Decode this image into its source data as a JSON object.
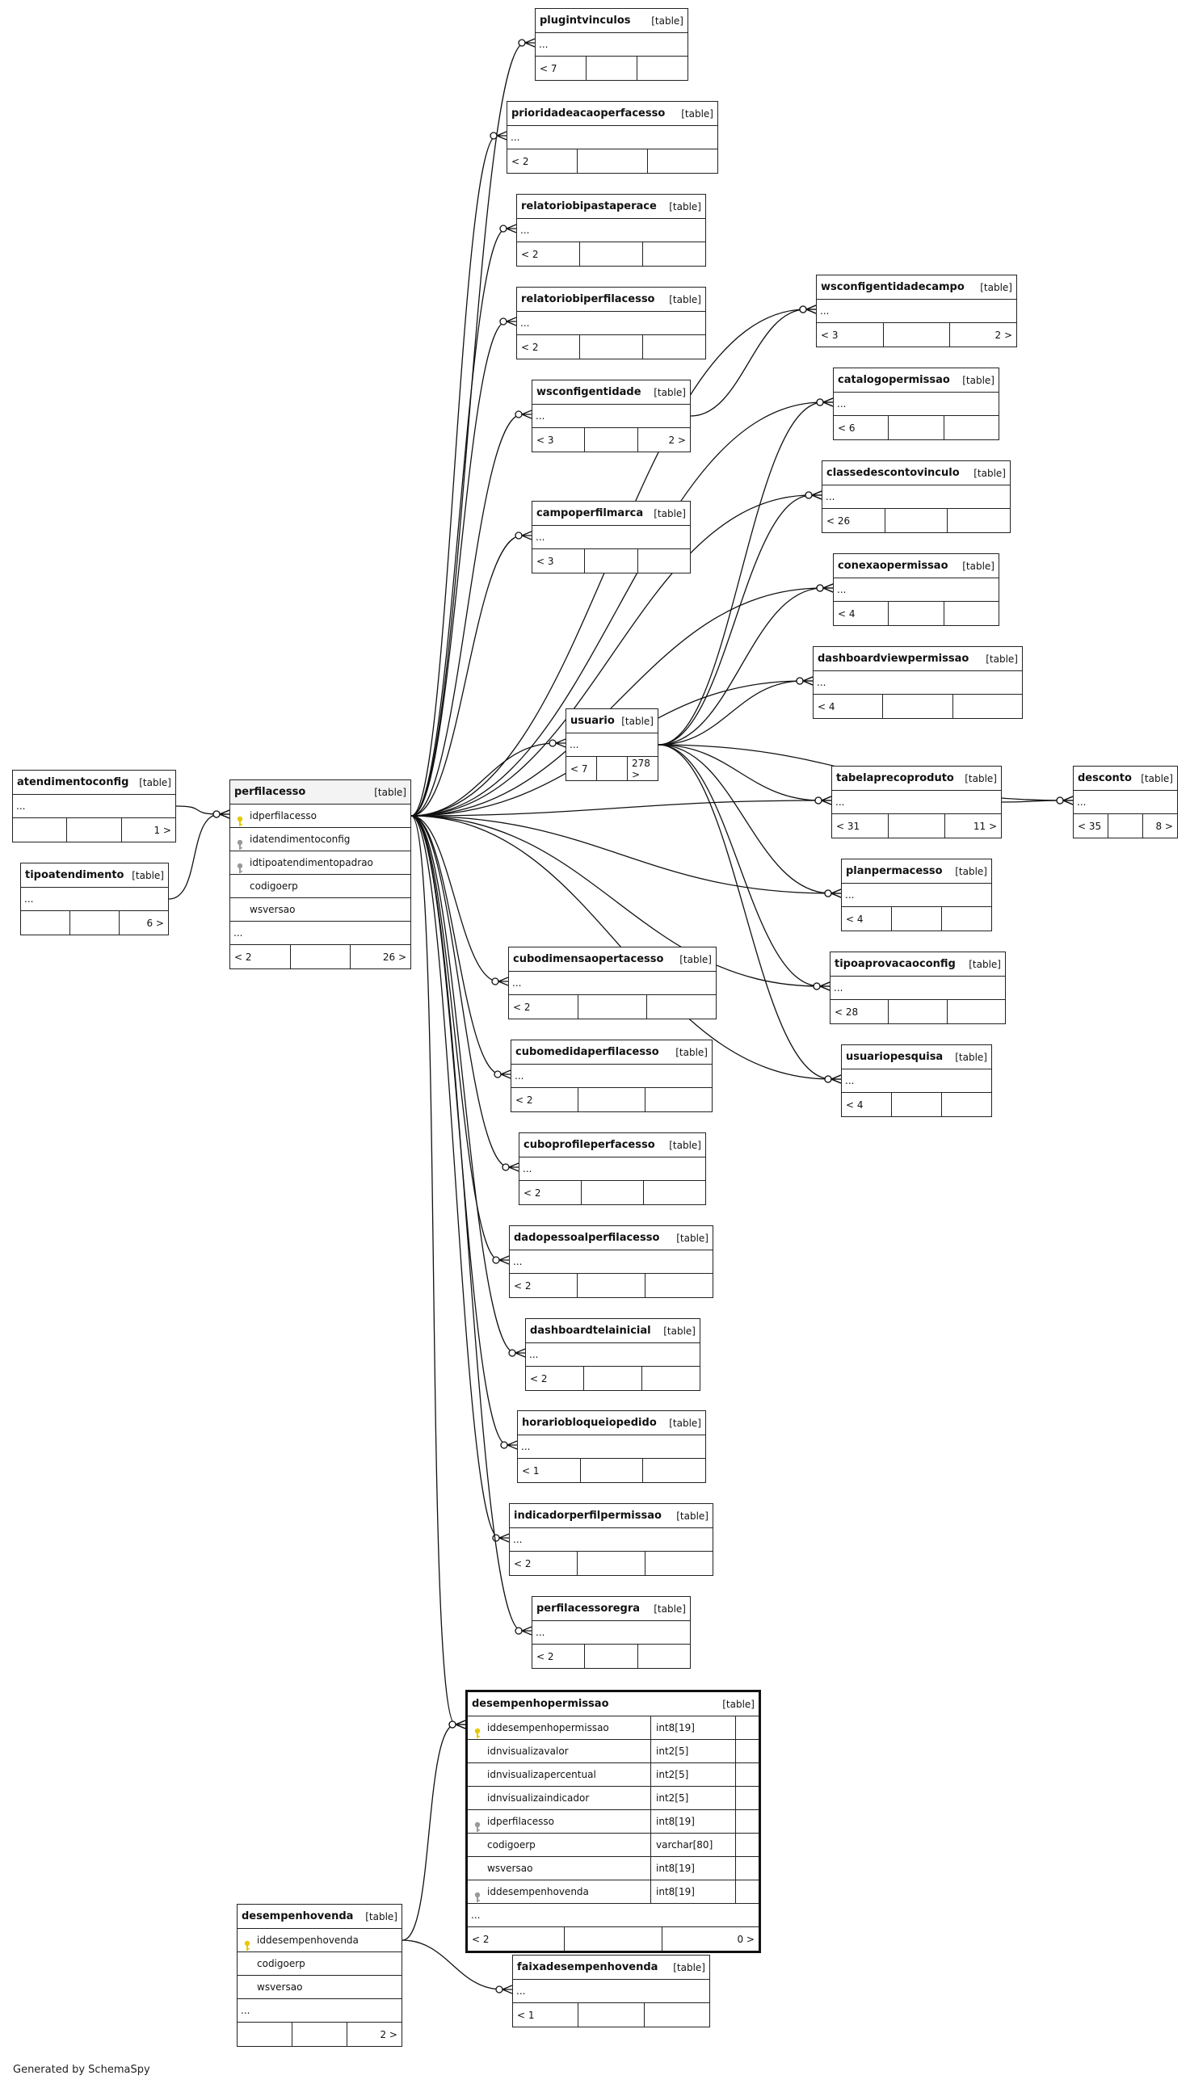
{
  "colors": {
    "line": "#111111",
    "primary_key": "#e6c800",
    "foreign_key": "#999999"
  },
  "credit": "Generated by SchemaSpy",
  "tables": [
    {
      "id": "plugin",
      "name": "plugintvinculos",
      "type": "[table]",
      "rows": [],
      "foot": [
        "< 7",
        "",
        ""
      ]
    },
    {
      "id": "priori",
      "name": "prioridadeacaoperfacesso",
      "type": "[table]",
      "rows": [],
      "foot": [
        "< 2",
        "",
        ""
      ]
    },
    {
      "id": "relbip",
      "name": "relatoriobipastaperace",
      "type": "[table]",
      "rows": [],
      "foot": [
        "< 2",
        "",
        ""
      ]
    },
    {
      "id": "relbipf",
      "name": "relatoriobiperfilacesso",
      "type": "[table]",
      "rows": [],
      "foot": [
        "< 2",
        "",
        ""
      ]
    },
    {
      "id": "wscent",
      "name": "wsconfigentidade",
      "type": "[table]",
      "rows": [],
      "foot": [
        "< 3",
        "",
        "2 >"
      ]
    },
    {
      "id": "wsccampo",
      "name": "wsconfigentidadecampo",
      "type": "[table]",
      "rows": [],
      "foot": [
        "< 3",
        "",
        "2 >"
      ]
    },
    {
      "id": "catalogo",
      "name": "catalogopermissao",
      "type": "[table]",
      "rows": [],
      "foot": [
        "< 6",
        "",
        ""
      ]
    },
    {
      "id": "classe",
      "name": "classedescontovinculo",
      "type": "[table]",
      "rows": [],
      "foot": [
        "< 26",
        "",
        ""
      ]
    },
    {
      "id": "conexao",
      "name": "conexaopermissao",
      "type": "[table]",
      "rows": [],
      "foot": [
        "< 4",
        "",
        ""
      ]
    },
    {
      "id": "dashview",
      "name": "dashboardviewpermissao",
      "type": "[table]",
      "rows": [],
      "foot": [
        "< 4",
        "",
        ""
      ]
    },
    {
      "id": "campo",
      "name": "campoperfilmarca",
      "type": "[table]",
      "rows": [],
      "foot": [
        "< 3",
        "",
        ""
      ]
    },
    {
      "id": "usuario",
      "name": "usuario",
      "type": "[table]",
      "rows": [],
      "foot": [
        "< 7",
        "",
        "278 >"
      ]
    },
    {
      "id": "tabela",
      "name": "tabelaprecoproduto",
      "type": "[table]",
      "rows": [],
      "foot": [
        "< 31",
        "",
        "11 >"
      ]
    },
    {
      "id": "desconto",
      "name": "desconto",
      "type": "[table]",
      "rows": [],
      "foot": [
        "< 35",
        "",
        "8 >"
      ]
    },
    {
      "id": "planper",
      "name": "planpermacesso",
      "type": "[table]",
      "rows": [],
      "foot": [
        "< 4",
        "",
        ""
      ]
    },
    {
      "id": "tipoapr",
      "name": "tipoaprovacaoconfig",
      "type": "[table]",
      "rows": [],
      "foot": [
        "< 28",
        "",
        ""
      ]
    },
    {
      "id": "usupesq",
      "name": "usuariopesquisa",
      "type": "[table]",
      "rows": [],
      "foot": [
        "< 4",
        "",
        ""
      ]
    },
    {
      "id": "atend",
      "name": "atendimentoconfig",
      "type": "[table]",
      "rows": [],
      "foot": [
        "",
        "",
        "1 >"
      ]
    },
    {
      "id": "tipoat",
      "name": "tipoatendimento",
      "type": "[table]",
      "rows": [],
      "foot": [
        "",
        "",
        "6 >"
      ]
    },
    {
      "id": "perfil",
      "name": "perfilacesso",
      "type": "[table]",
      "highlight": true,
      "rows": [
        {
          "name": "idperfilacesso",
          "key": "pk"
        },
        {
          "name": "idatendimentoconfig",
          "key": "fk"
        },
        {
          "name": "idtipoatendimentopadrao",
          "key": "fk"
        },
        {
          "name": "codigoerp",
          "key": ""
        },
        {
          "name": "wsversao",
          "key": ""
        }
      ],
      "foot": [
        "< 2",
        "",
        "26 >"
      ]
    },
    {
      "id": "cubodim",
      "name": "cubodimensaopertacesso",
      "type": "[table]",
      "rows": [],
      "foot": [
        "< 2",
        "",
        ""
      ]
    },
    {
      "id": "cubomed",
      "name": "cubomedidaperfilacesso",
      "type": "[table]",
      "rows": [],
      "foot": [
        "< 2",
        "",
        ""
      ]
    },
    {
      "id": "cuboprof",
      "name": "cuboprofileperfacesso",
      "type": "[table]",
      "rows": [],
      "foot": [
        "< 2",
        "",
        ""
      ]
    },
    {
      "id": "dadopes",
      "name": "dadopessoalperfilacesso",
      "type": "[table]",
      "rows": [],
      "foot": [
        "< 2",
        "",
        ""
      ]
    },
    {
      "id": "dashtela",
      "name": "dashboardtelainicial",
      "type": "[table]",
      "rows": [],
      "foot": [
        "< 2",
        "",
        ""
      ]
    },
    {
      "id": "horario",
      "name": "horariobloqueiopedido",
      "type": "[table]",
      "rows": [],
      "foot": [
        "< 1",
        "",
        ""
      ]
    },
    {
      "id": "indicad",
      "name": "indicadorperfilpermissao",
      "type": "[table]",
      "rows": [],
      "foot": [
        "< 2",
        "",
        ""
      ]
    },
    {
      "id": "perfregra",
      "name": "perfilacessoregra",
      "type": "[table]",
      "rows": [],
      "foot": [
        "< 2",
        "",
        ""
      ]
    },
    {
      "id": "desemp",
      "name": "desempenhopermissao",
      "type": "[table]",
      "focus": true,
      "rows": [
        {
          "name": "iddesempenhopermissao",
          "key": "pk",
          "type": "int8[19]"
        },
        {
          "name": "idnvisualizavalor",
          "key": "",
          "type": "int2[5]"
        },
        {
          "name": "idnvisualizapercentual",
          "key": "",
          "type": "int2[5]"
        },
        {
          "name": "idnvisualizaindicador",
          "key": "",
          "type": "int2[5]"
        },
        {
          "name": "idperfilacesso",
          "key": "fk",
          "type": "int8[19]"
        },
        {
          "name": "codigoerp",
          "key": "",
          "type": "varchar[80]"
        },
        {
          "name": "wsversao",
          "key": "",
          "type": "int8[19]"
        },
        {
          "name": "iddesempenhovenda",
          "key": "fk",
          "type": "int8[19]"
        }
      ],
      "foot": [
        "< 2",
        "",
        "0 >"
      ]
    },
    {
      "id": "desvenda",
      "name": "desempenhovenda",
      "type": "[table]",
      "rows": [
        {
          "name": "iddesempenhovenda",
          "key": "pk"
        },
        {
          "name": "codigoerp",
          "key": ""
        },
        {
          "name": "wsversao",
          "key": ""
        }
      ],
      "foot": [
        "",
        "",
        "2 >"
      ]
    },
    {
      "id": "faixa",
      "name": "faixadesempenhovenda",
      "type": "[table]",
      "rows": [],
      "foot": [
        "< 1",
        "",
        ""
      ]
    }
  ],
  "relationships": [
    {
      "from": "perfil",
      "to": "plugin"
    },
    {
      "from": "perfil",
      "to": "priori"
    },
    {
      "from": "perfil",
      "to": "relbip"
    },
    {
      "from": "perfil",
      "to": "relbipf"
    },
    {
      "from": "perfil",
      "to": "wscent"
    },
    {
      "from": "perfil",
      "to": "wsccampo"
    },
    {
      "from": "wscent",
      "to": "wsccampo"
    },
    {
      "from": "perfil",
      "to": "campo"
    },
    {
      "from": "perfil",
      "to": "catalogo"
    },
    {
      "from": "perfil",
      "to": "classe"
    },
    {
      "from": "perfil",
      "to": "conexao"
    },
    {
      "from": "perfil",
      "to": "dashview"
    },
    {
      "from": "perfil",
      "to": "usuario"
    },
    {
      "from": "perfil",
      "to": "tabela"
    },
    {
      "from": "perfil",
      "to": "planper"
    },
    {
      "from": "perfil",
      "to": "tipoapr"
    },
    {
      "from": "perfil",
      "to": "usupesq"
    },
    {
      "from": "perfil",
      "to": "cubodim"
    },
    {
      "from": "perfil",
      "to": "cubomed"
    },
    {
      "from": "perfil",
      "to": "cuboprof"
    },
    {
      "from": "perfil",
      "to": "dadopes"
    },
    {
      "from": "perfil",
      "to": "dashtela"
    },
    {
      "from": "perfil",
      "to": "horario"
    },
    {
      "from": "perfil",
      "to": "indicad"
    },
    {
      "from": "perfil",
      "to": "perfregra"
    },
    {
      "from": "perfil",
      "to": "desemp"
    },
    {
      "from": "usuario",
      "to": "catalogo"
    },
    {
      "from": "usuario",
      "to": "classe"
    },
    {
      "from": "usuario",
      "to": "conexao"
    },
    {
      "from": "usuario",
      "to": "dashview"
    },
    {
      "from": "usuario",
      "to": "tabela"
    },
    {
      "from": "usuario",
      "to": "planper"
    },
    {
      "from": "usuario",
      "to": "tipoapr"
    },
    {
      "from": "usuario",
      "to": "usupesq"
    },
    {
      "from": "usuario",
      "to": "desconto"
    },
    {
      "from": "tabela",
      "to": "desconto"
    },
    {
      "from": "atend",
      "to": "perfil"
    },
    {
      "from": "tipoat",
      "to": "perfil"
    },
    {
      "from": "desvenda",
      "to": "desemp"
    },
    {
      "from": "desvenda",
      "to": "faixa"
    }
  ]
}
